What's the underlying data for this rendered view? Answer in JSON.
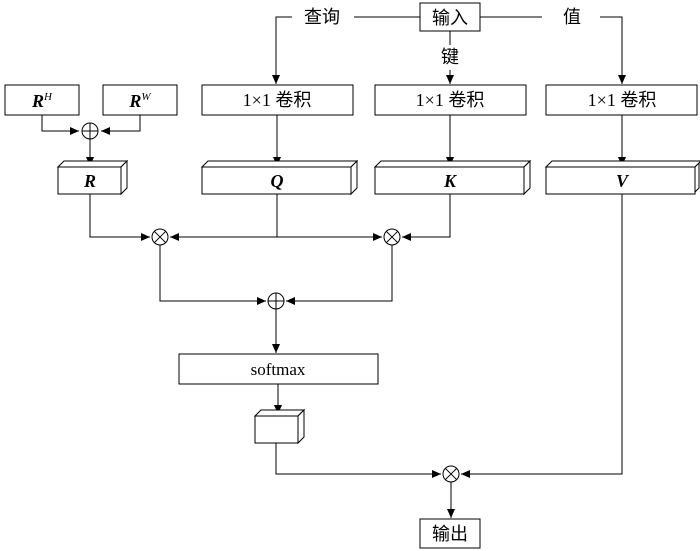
{
  "input_label": "输入",
  "output_label": "输出",
  "branch_query": "查询",
  "branch_key": "键",
  "branch_value": "值",
  "conv_label": "1×1 卷积",
  "rh_base": "R",
  "rh_sup": "H",
  "rw_base": "R",
  "rw_sup": "W",
  "r_label": "R",
  "q_label": "Q",
  "k_label": "K",
  "v_label": "V",
  "softmax_label": "softmax"
}
